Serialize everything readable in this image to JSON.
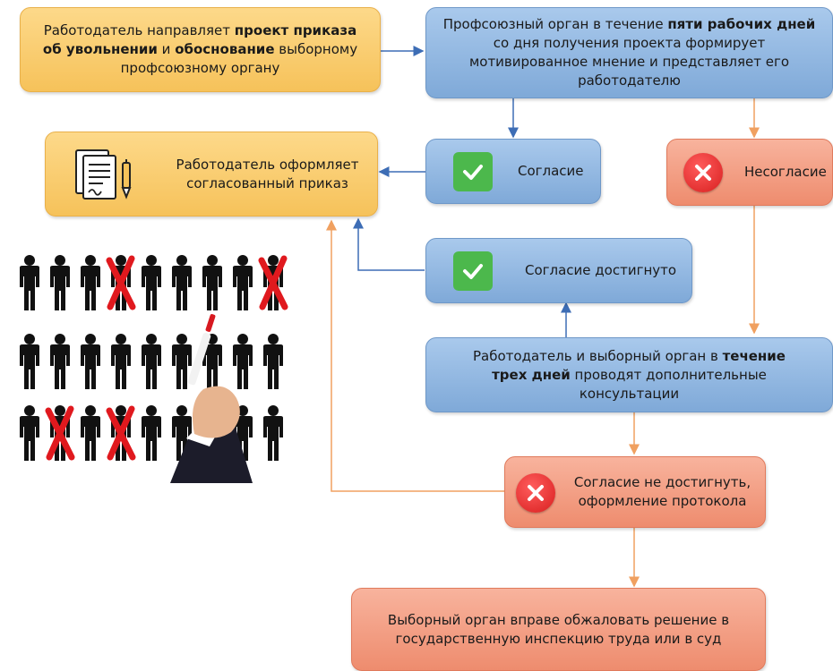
{
  "boxes": {
    "employer_sends": {
      "part1": "Работодатель направляет ",
      "bold1": "проект приказа об увольнении",
      "part2": " и ",
      "bold2": "обоснование",
      "part3": " выборному профсоюзному органу"
    },
    "union_body": {
      "part1": "Профсоюзный орган в течение ",
      "bold1": "пяти рабочих дней",
      "part2": " со дня получения проекта формирует мотивированное мнение и представляет его работодателю"
    },
    "employer_formalizes": {
      "text": "Работодатель оформляет согласованный приказ"
    },
    "agreement": {
      "text": "Согласие"
    },
    "disagreement": {
      "text": "Несогласие"
    },
    "agreement_reached": {
      "text": "Согласие достигнуто"
    },
    "consultations": {
      "part1": "Работодатель и выборный орган в ",
      "bold1": "течение трех дней",
      "part2": " проводят дополнительные консультации"
    },
    "not_reached": {
      "text": "Согласие не достигнуть, оформление протокола"
    },
    "appeal": {
      "text": "Выборный орган вправе обжаловать решение в государственную инспекцию труда или в суд"
    }
  },
  "colors": {
    "yellow": "#f6c25a",
    "blue": "#7fa9d8",
    "salmon": "#ee8c6e",
    "arrow_blue": "#3d6db5",
    "arrow_orange": "#f0a060",
    "check_green": "#4cb84c",
    "x_red": "#d81f1f"
  },
  "icons": {
    "documents": "documents-with-pen-icon",
    "check": "check-icon",
    "cross": "cross-icon",
    "people_grid": "people-grid-illustration",
    "hand_marker": "hand-with-marker-illustration"
  }
}
